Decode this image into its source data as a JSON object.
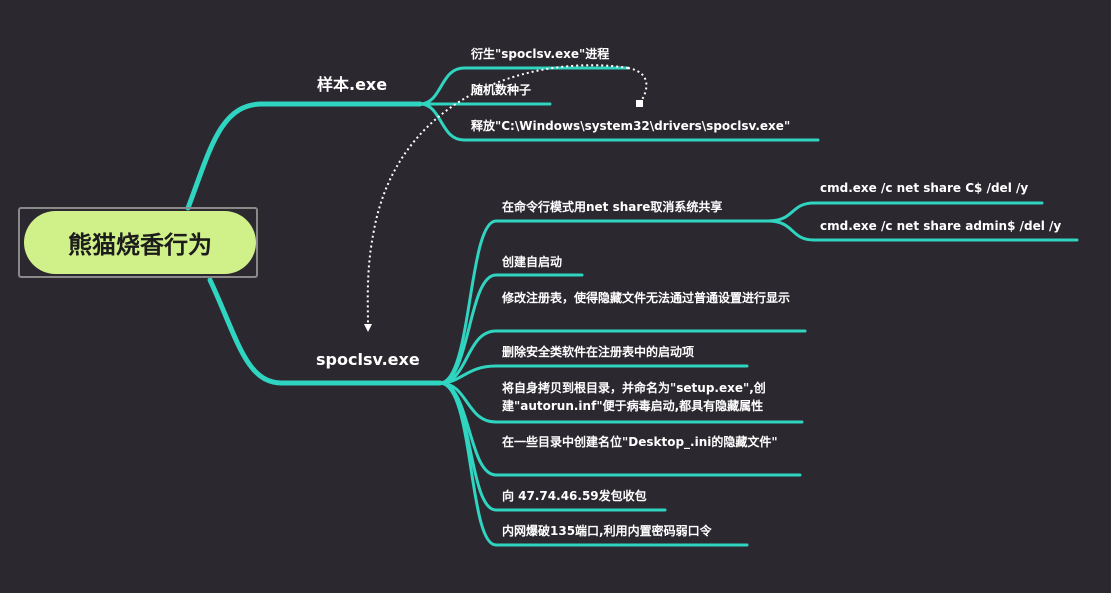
{
  "colors": {
    "background": "#2c2830",
    "link": "#2fd5c0",
    "root_fill": "#d0f08a",
    "text": "#ffffff"
  },
  "root": {
    "label": "熊猫烧香行为"
  },
  "branches": [
    {
      "label": "样本.exe",
      "children": [
        "衍生\"spoclsv.exe\"进程",
        "随机数种子",
        "释放\"C:\\Windows\\system32\\drivers\\spoclsv.exe\""
      ]
    },
    {
      "label": "spoclsv.exe",
      "children": [
        {
          "label": "在命令行模式用net share取消系统共享",
          "children": [
            "cmd.exe /c net share C$ /del /y",
            "cmd.exe /c net share admin$ /del /y"
          ]
        },
        {
          "label": "创建自启动"
        },
        {
          "label": "修改注册表，使得隐藏文件无法通过普通设置进行显示"
        },
        {
          "label": "删除安全类软件在注册表中的启动项"
        },
        {
          "label": "将自身拷贝到根目录，并命名为\"setup.exe\",创建\"autorun.inf\"便于病毒启动,都具有隐藏属性"
        },
        {
          "label": "在一些目录中创建名位\"Desktop_.ini的隐藏文件\""
        },
        {
          "label": "向 47.74.46.59发包收包"
        },
        {
          "label": "内网爆破135端口,利用内置密码弱口令"
        }
      ]
    }
  ]
}
